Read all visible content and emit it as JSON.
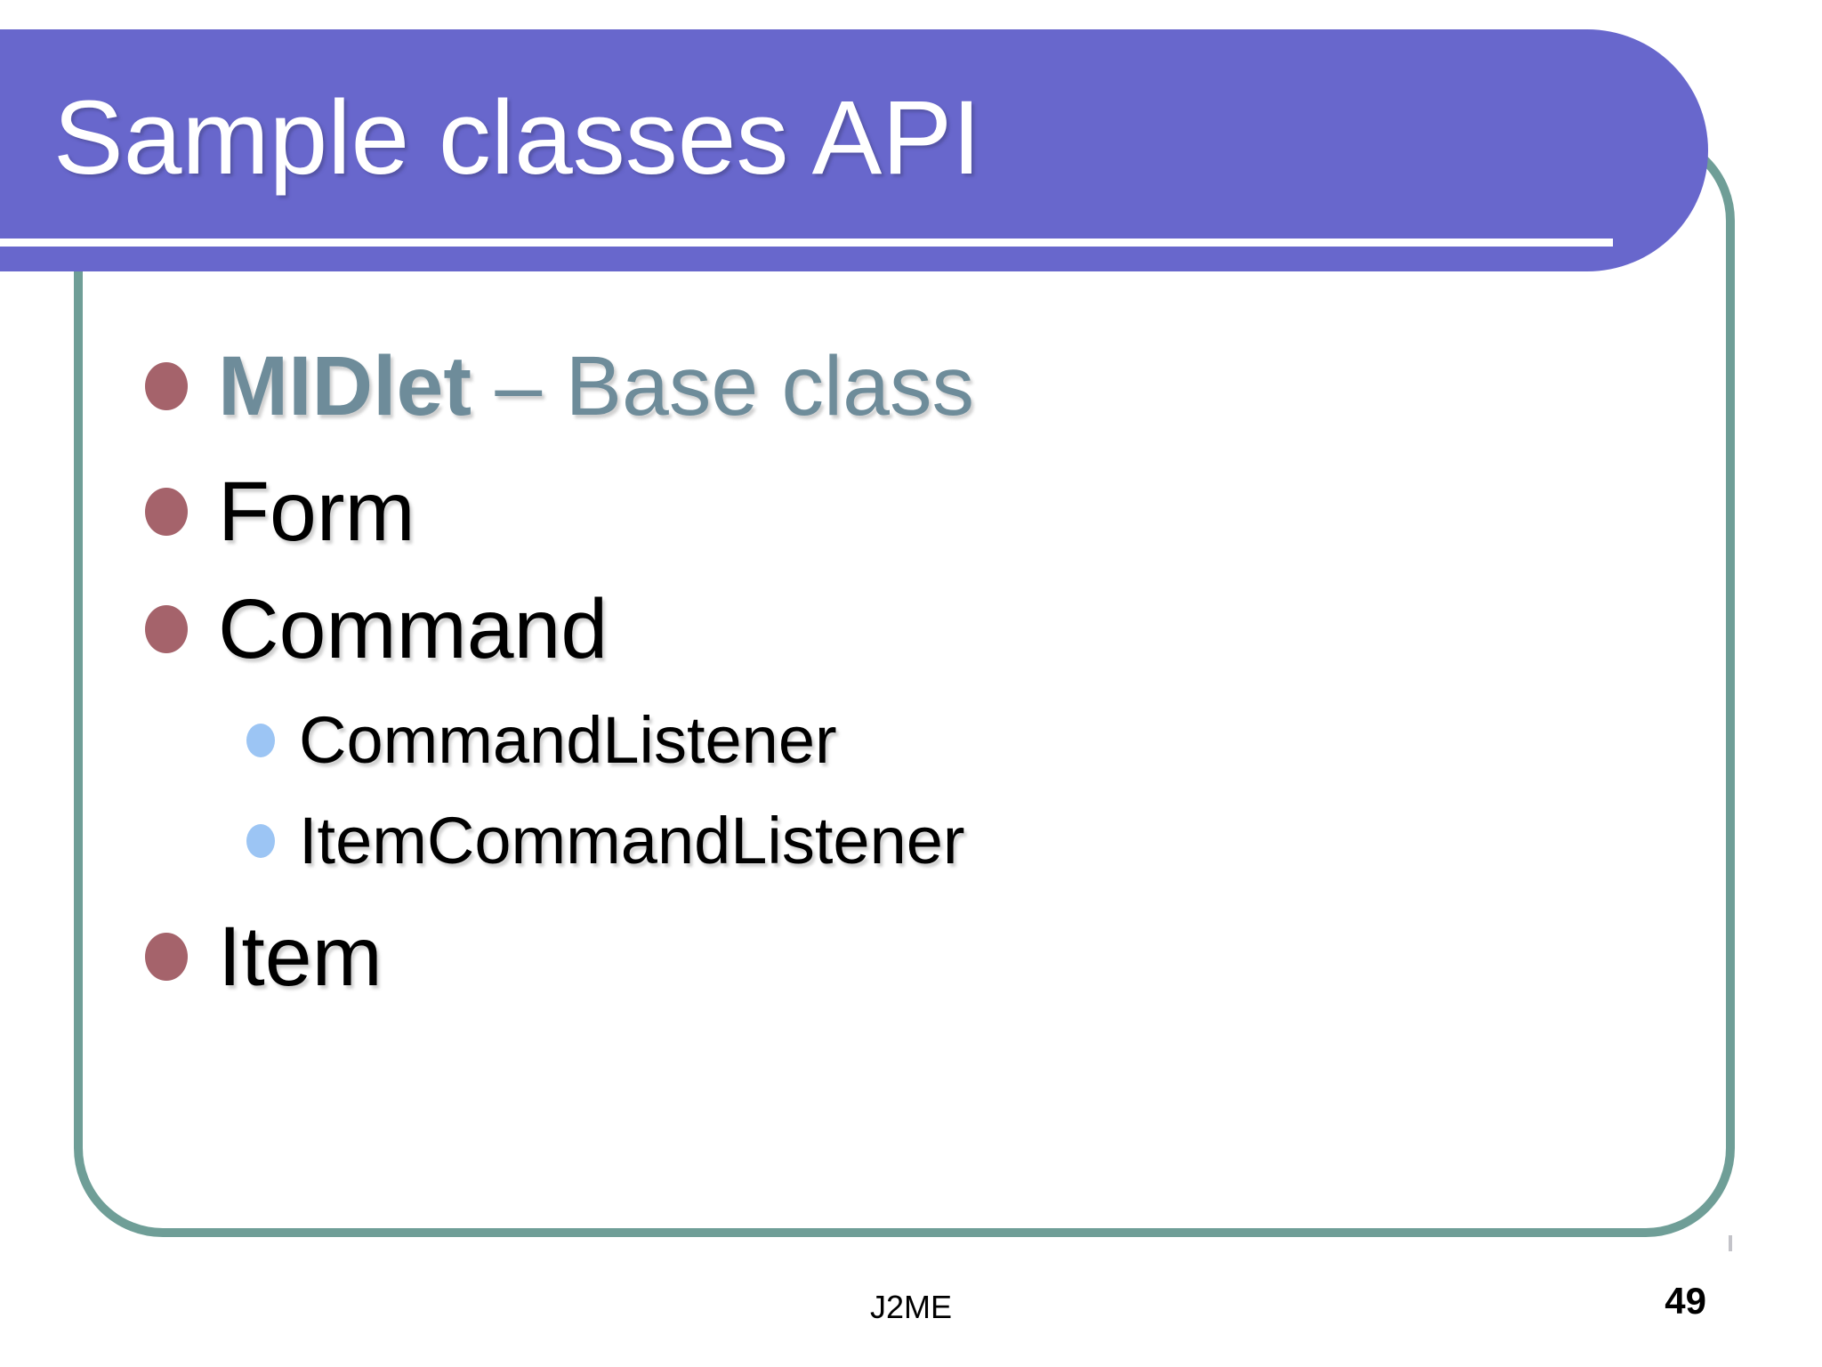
{
  "title": "Sample classes API",
  "list": {
    "item1_bold": "MIDlet",
    "item1_rest": " – Base class",
    "item2": "Form",
    "item3": "Command",
    "item3_sub1": "CommandListener",
    "item3_sub2": "ItemCommandListener",
    "item4": "Item"
  },
  "footer": {
    "label": "J2ME",
    "page": "49"
  },
  "colors": {
    "banner_purple": "#6867cc",
    "border_teal": "#6f9e97",
    "bullet_maroon": "#a5636b",
    "bullet_blue": "#9cc5f4",
    "accent_slate": "#6e8c9a",
    "text_black": "#000000",
    "background": "#ffffff"
  }
}
